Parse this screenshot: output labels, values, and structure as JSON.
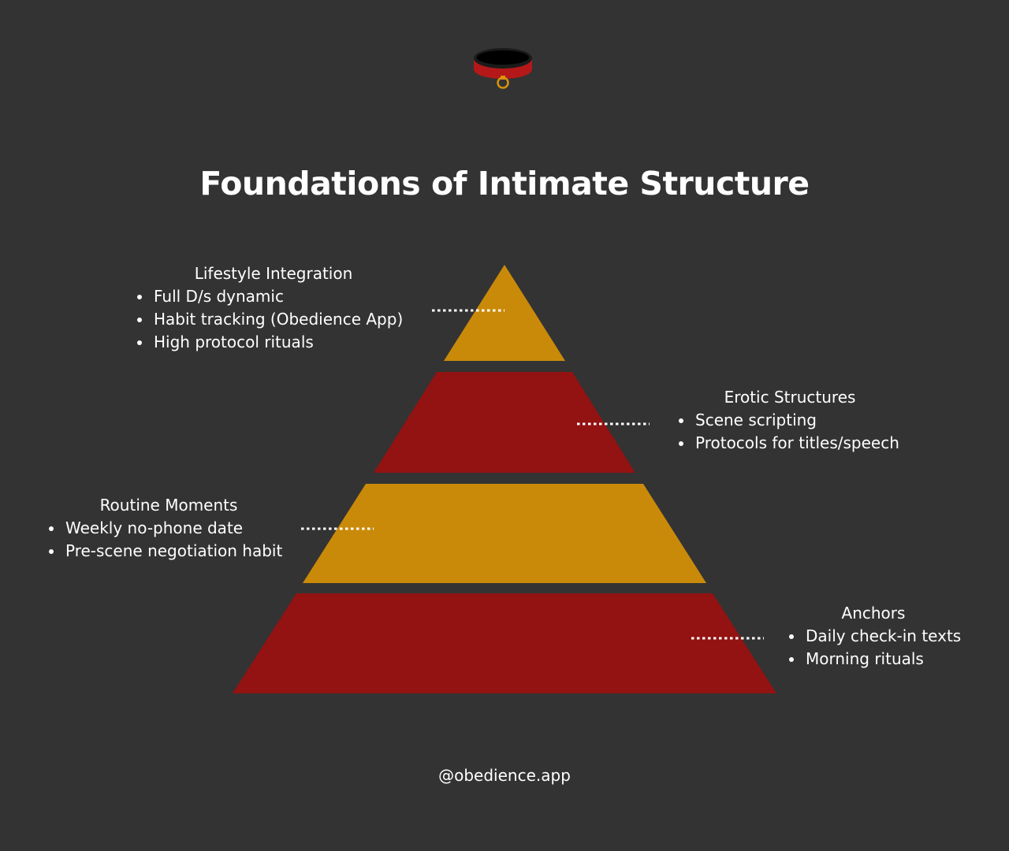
{
  "colors": {
    "background": "#333333",
    "gold": "#C98A0A",
    "red": "#931212",
    "text": "#FFFFFF"
  },
  "logo": {
    "icon": "collar-icon"
  },
  "title": "Foundations of Intimate Structure",
  "tiers": [
    {
      "heading": "Lifestyle Integration",
      "items": [
        "Full D/s dynamic",
        "Habit tracking (Obedience App)",
        "High protocol rituals"
      ],
      "color": "#C98A0A"
    },
    {
      "heading": "Erotic Structures",
      "items": [
        "Scene scripting",
        "Protocols for titles/speech"
      ],
      "color": "#931212"
    },
    {
      "heading": "Routine Moments",
      "items": [
        "Weekly no-phone date",
        "Pre-scene negotiation habit"
      ],
      "color": "#C98A0A"
    },
    {
      "heading": "Anchors",
      "items": [
        "Daily check-in texts",
        "Morning rituals"
      ],
      "color": "#931212"
    }
  ],
  "footer": "@obedience.app"
}
